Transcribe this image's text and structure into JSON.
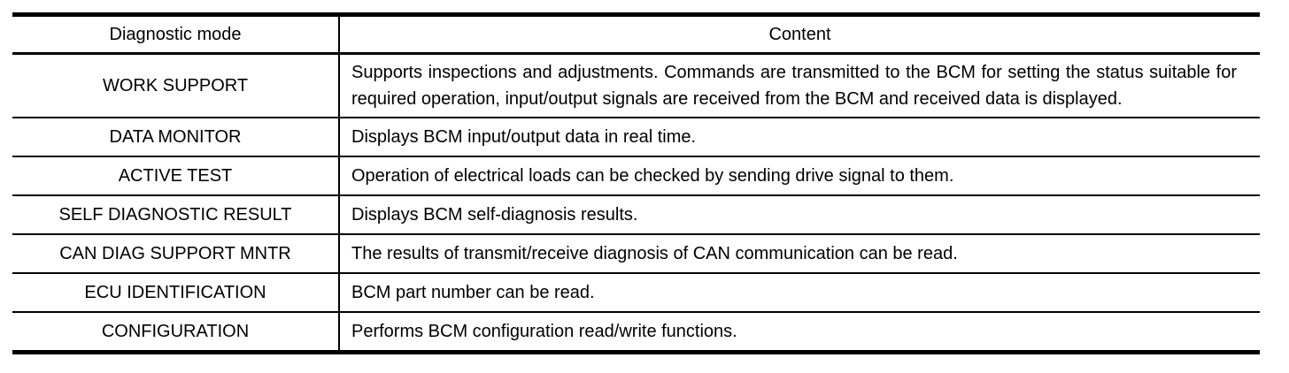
{
  "page": {
    "background": "#ffffff"
  },
  "table": {
    "border_color": "#000000",
    "text_color": "#000000",
    "columns": [
      {
        "label": "Diagnostic mode"
      },
      {
        "label": "Content"
      }
    ],
    "rows": [
      {
        "mode": "WORK SUPPORT",
        "content": "Supports inspections and adjustments. Commands are transmitted to the BCM for setting the status suitable for required operation, input/output signals are received from the BCM and received data is displayed."
      },
      {
        "mode": "DATA MONITOR",
        "content": "Displays BCM input/output data in real time."
      },
      {
        "mode": "ACTIVE TEST",
        "content": "Operation of electrical loads can be checked by sending drive signal to them."
      },
      {
        "mode": "SELF DIAGNOSTIC RESULT",
        "content": "Displays BCM self-diagnosis results."
      },
      {
        "mode": "CAN DIAG SUPPORT MNTR",
        "content": "The results of transmit/receive diagnosis of CAN communication can be read."
      },
      {
        "mode": "ECU IDENTIFICATION",
        "content": "BCM part number can be read."
      },
      {
        "mode": "CONFIGURATION",
        "content": "Performs BCM configuration read/write functions."
      }
    ]
  }
}
